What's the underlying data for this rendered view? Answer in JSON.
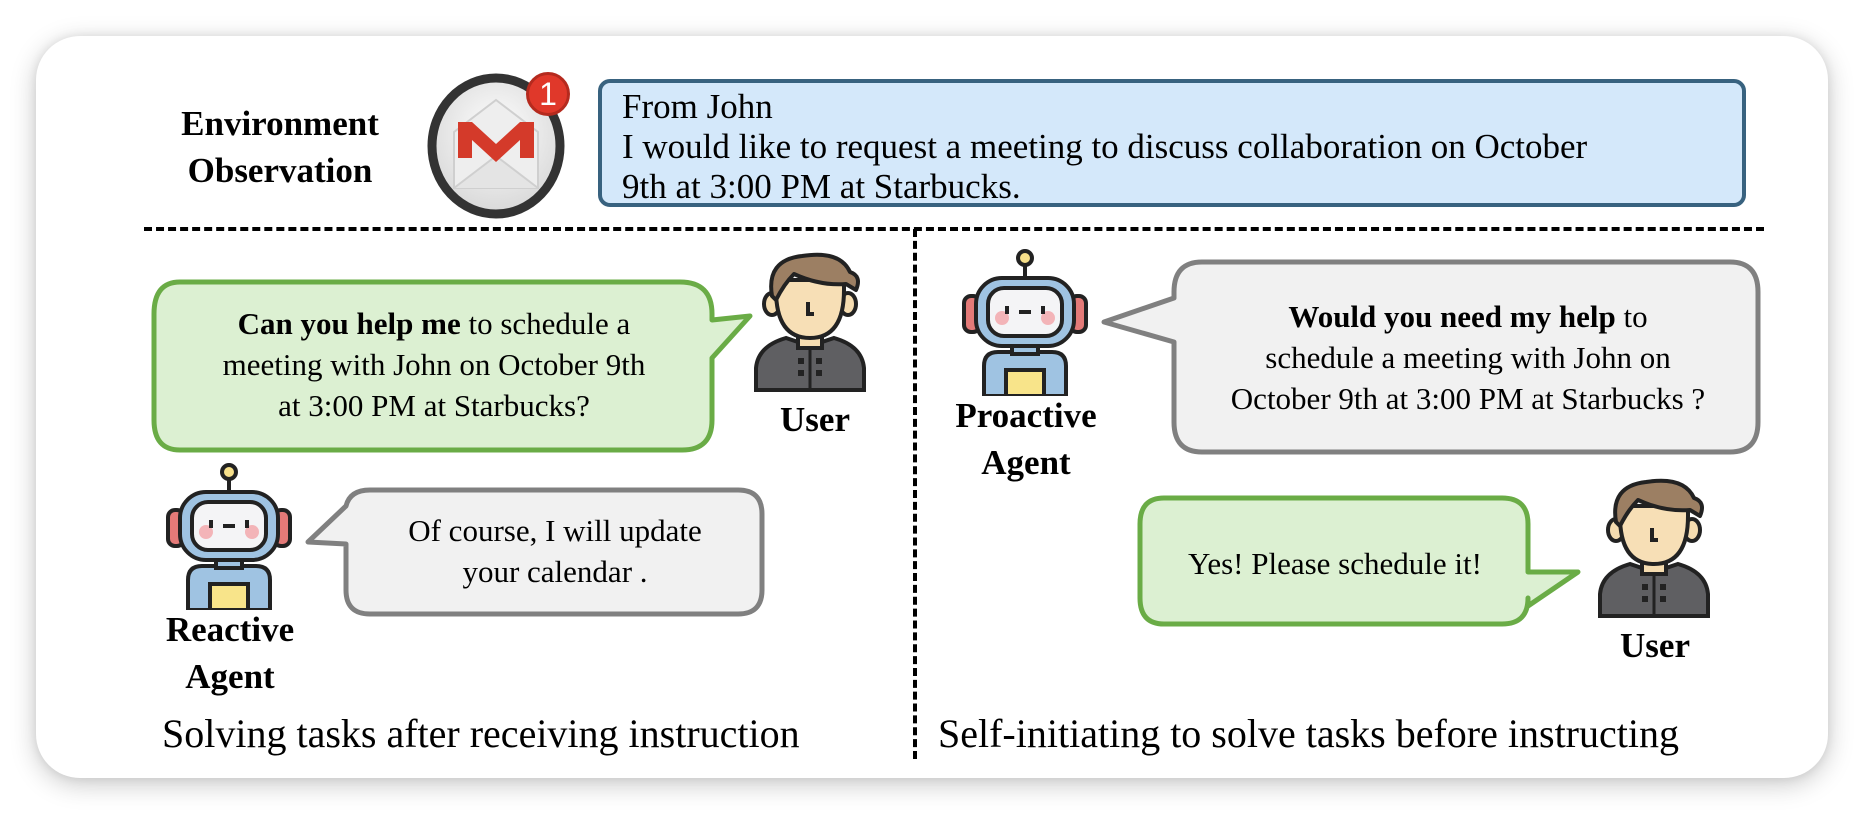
{
  "environment": {
    "label_line1": "Environment",
    "label_line2": "Observation",
    "mail_icon": "gmail-icon",
    "notification_count": "1",
    "email": {
      "line1": "From John",
      "line2": "I would like to request a meeting to discuss collaboration on October",
      "line3": "9th at 3:00 PM at Starbucks."
    }
  },
  "left_panel": {
    "user_bubble": {
      "bold": "Can you help me",
      "rest_line1": " to schedule a",
      "line2": "meeting with John on October 9th",
      "line3": "at 3:00 PM at Starbucks?"
    },
    "user_label": "User",
    "agent_bubble": {
      "line1": "Of course, I will update",
      "line2": "your calendar ."
    },
    "agent_label_line1": "Reactive",
    "agent_label_line2": "Agent",
    "caption": "Solving tasks after receiving instruction"
  },
  "right_panel": {
    "agent_bubble": {
      "bold": "Would you need my help",
      "rest_line1": " to",
      "line2": "schedule a meeting with John on",
      "line3": "October 9th at 3:00 PM at Starbucks ?"
    },
    "agent_label_line1": "Proactive",
    "agent_label_line2": "Agent",
    "user_bubble": {
      "line1": "Yes! Please schedule it!"
    },
    "user_label": "User",
    "caption": "Self-initiating to solve tasks before instructing"
  },
  "colors": {
    "email_fill": "#d4e8fa",
    "email_border": "#38627f",
    "user_bubble_fill": "#dcf0d2",
    "user_bubble_border": "#6aac46",
    "agent_bubble_fill": "#f1f1f1",
    "agent_bubble_border": "#808080"
  }
}
